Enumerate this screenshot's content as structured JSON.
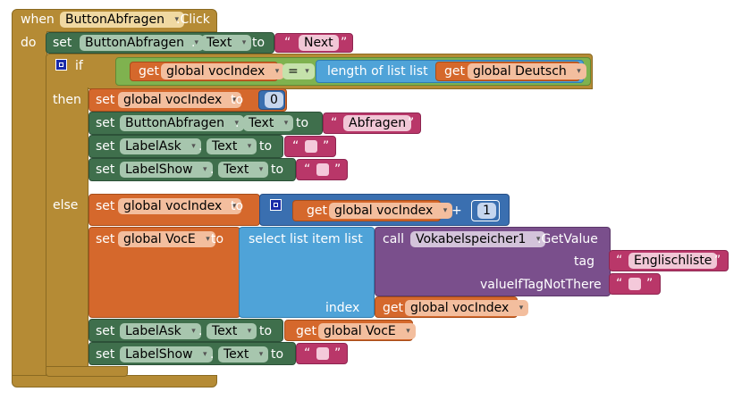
{
  "event": {
    "when": "when",
    "component": "ButtonAbfragen",
    "event_name": ".Click",
    "do": "do"
  },
  "set_next": {
    "set": "set",
    "component": "ButtonAbfragen",
    "dot": ".",
    "property": "Text",
    "to": "to",
    "value": "Next"
  },
  "if_block": {
    "if": "if",
    "then": "then",
    "else": "else",
    "get": "get",
    "left": "global vocIndex",
    "op": "=",
    "length": "length of list  list",
    "right": "global Deutsch"
  },
  "then_blocks": {
    "set_voc": {
      "set": "set",
      "var": "global vocIndex",
      "to": "to",
      "value": "0"
    },
    "set_btn": {
      "set": "set",
      "component": "ButtonAbfragen",
      "dot": ".",
      "property": "Text",
      "to": "to",
      "value": "Abfragen"
    },
    "set_ask": {
      "set": "set",
      "component": "LabelAsk",
      "dot": ".",
      "property": "Text",
      "to": "to"
    },
    "set_show": {
      "set": "set",
      "component": "LabelShow",
      "dot": ".",
      "property": "Text",
      "to": "to"
    }
  },
  "else_blocks": {
    "set_voc": {
      "set": "set",
      "var": "global vocIndex",
      "to": "to",
      "get": "get",
      "get_var": "global vocIndex",
      "plus": "+",
      "value": "1"
    },
    "set_voce": {
      "set": "set",
      "var": "global VocE",
      "to": "to",
      "select": "select list item  list",
      "index": "index",
      "get": "get",
      "get_var": "global vocIndex"
    },
    "call": {
      "call": "call",
      "component": "Vokabelspeicher1",
      "method": ".GetValue",
      "tag": "tag",
      "tag_value": "Englischliste",
      "not_there": "valueIfTagNotThere"
    },
    "set_ask": {
      "set": "set",
      "component": "LabelAsk",
      "dot": ".",
      "property": "Text",
      "to": "to",
      "get": "get",
      "get_var": "global VocE"
    },
    "set_show": {
      "set": "set",
      "component": "LabelShow",
      "dot": ".",
      "property": "Text",
      "to": "to"
    }
  },
  "glyphs": {
    "open_quote": "“",
    "close_quote": "”",
    "dropdown": "▾"
  },
  "colors": {
    "event": "#b58b35",
    "component": "#3f6f4c",
    "variable": "#d5682c",
    "text": "#b93769",
    "control": "#b58b35",
    "logic": "#7fb24f",
    "list": "#4fa3d8",
    "math": "#3a6fb0",
    "procedure": "#7a4f8c"
  }
}
